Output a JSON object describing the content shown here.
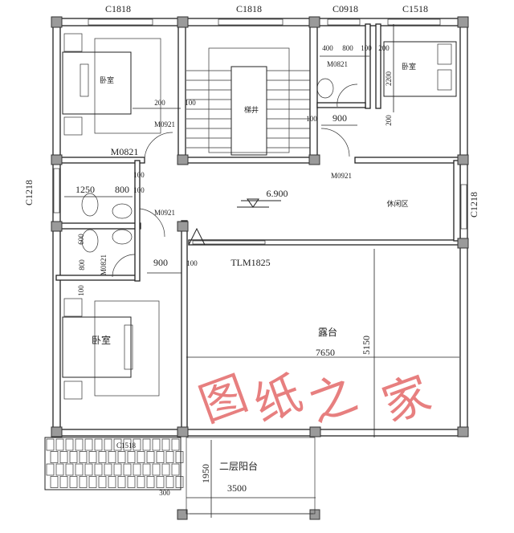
{
  "windows": {
    "top_left": "C1818",
    "top_mid": "C1818",
    "top_bath": "C0918",
    "top_right": "C1518",
    "left": "C1218",
    "right": "C1218",
    "bottom_left": "C1518"
  },
  "doors": {
    "bed1_a": "M0921",
    "bed1_b": "M0821",
    "bath_right": "M0821",
    "bed2": "M0921",
    "bath_left_upper": "M0921",
    "bath_left_lower": "M0821",
    "terrace_door": "TLM1825"
  },
  "rooms": {
    "bedroom_top_left": "卧室",
    "stair_well": "梯井",
    "bedroom_top_right": "卧室",
    "lounge": "休闲区",
    "bedroom_bottom_left": "卧室",
    "terrace": "露台",
    "balcony": "二层阳台"
  },
  "dimensions": {
    "d_200_a": "200",
    "d_100_a": "100",
    "d_400": "400",
    "d_800_a": "800",
    "d_100_b": "100",
    "d_200_b": "200",
    "d_2200": "2200",
    "d_200_c": "200",
    "d_100_c": "100",
    "d_900_a": "900",
    "d_1250": "1250",
    "d_800_b": "800",
    "d_100_d": "100",
    "d_100_e": "100",
    "d_600": "600",
    "d_800_c": "800",
    "d_900_b": "900",
    "d_100_f": "100",
    "d_100_g": "100",
    "d_7650": "7650",
    "d_5150": "5150",
    "d_1950": "1950",
    "d_3500": "3500",
    "d_300": "300"
  },
  "elevation": "6.900",
  "watermark": "图纸之家"
}
